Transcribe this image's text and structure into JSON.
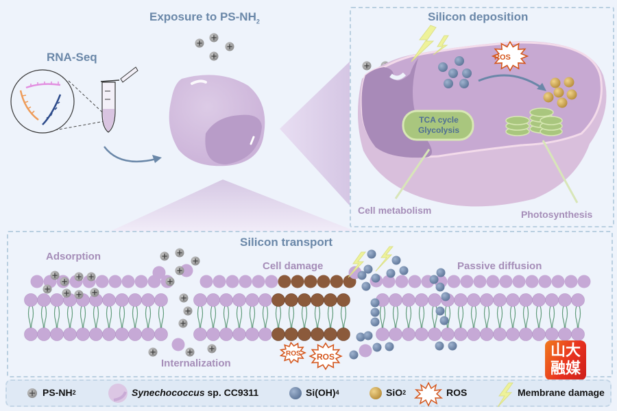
{
  "top_left": {
    "rna_seq_label": "RNA-Seq",
    "exposure_title": "Exposure to PS-NH",
    "exposure_sub": "2"
  },
  "silicon_deposition": {
    "title": "Silicon deposition",
    "organelle_label_line1": "TCA cycle",
    "organelle_label_line2": "Glycolysis",
    "ros_label": "ROS",
    "callout_left": "Cell metabolism",
    "callout_right": "Photosynthesis"
  },
  "silicon_transport": {
    "title": "Silicon transport",
    "labels": {
      "adsorption": "Adsorption",
      "internalization": "Internalization",
      "cell_damage": "Cell damage",
      "passive_diffusion": "Passive diffusion"
    },
    "ros_labels": [
      "ROS",
      "ROS"
    ]
  },
  "legend": {
    "items": [
      {
        "id": "ps-nh2",
        "label": "PS-NH",
        "sub": "2",
        "icon": "plus-particle-icon"
      },
      {
        "id": "synechococcus",
        "label_italic": "Synechococcus",
        "label": " sp. CC9311",
        "icon": "cell-icon"
      },
      {
        "id": "sioh4",
        "label": "Si(OH)",
        "sub": "4",
        "icon": "blue-sphere-icon"
      },
      {
        "id": "sio2",
        "label": "SiO",
        "sub": "2",
        "icon": "gold-sphere-icon"
      },
      {
        "id": "ros",
        "label": "ROS",
        "icon": "ros-burst-icon"
      },
      {
        "id": "membrane-damage",
        "label": "Membrane damage",
        "icon": "lightning-icon"
      }
    ]
  },
  "watermark": {
    "line1": "山大",
    "line2": "融媒"
  },
  "colors": {
    "background": "#eef3fb",
    "title": "#6a87a8",
    "sublabel": "#a58db8",
    "lipid": "#c6a9d6",
    "tail": "#5f9a7a",
    "ps_particle": "#9e9e9e",
    "sioh4": "#6f86a8",
    "sio2": "#c9a24e",
    "ros": "#d4561c",
    "lightning": "#eef29a",
    "damaged_lipid": "#8b5a3b"
  }
}
